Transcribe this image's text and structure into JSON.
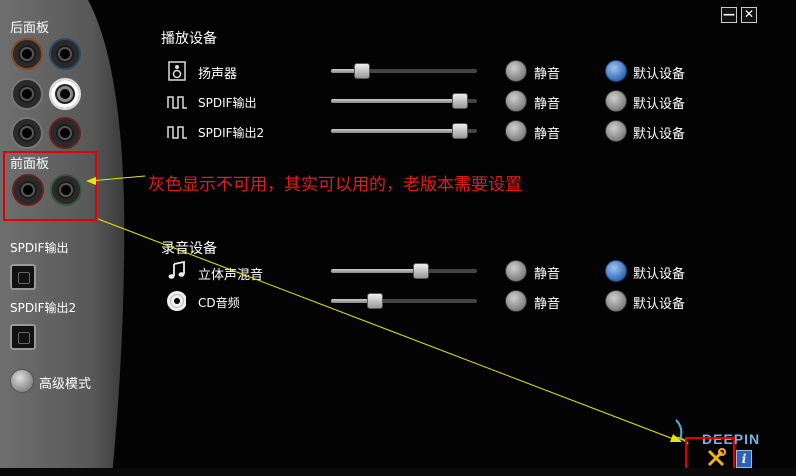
{
  "window": {
    "minimize_label": "—",
    "close_label": "✕"
  },
  "left_panel": {
    "rear_panel_label": "后面板",
    "front_panel_label": "前面板",
    "spdif_out_label": "SPDIF输出",
    "spdif_out2_label": "SPDIF输出2",
    "advanced_mode_label": "高级模式"
  },
  "playback": {
    "title": "播放设备",
    "devices": [
      {
        "label": "扬声器",
        "icon": "speaker-icon",
        "volume": 0.18,
        "mute_label": "静音",
        "default_label": "默认设备",
        "is_default": true
      },
      {
        "label": "SPDIF输出",
        "icon": "spdif-wave-icon",
        "volume": 0.93,
        "mute_label": "静音",
        "default_label": "默认设备",
        "is_default": false
      },
      {
        "label": "SPDIF输出2",
        "icon": "spdif-wave-icon",
        "volume": 0.93,
        "mute_label": "静音",
        "default_label": "默认设备",
        "is_default": false
      }
    ]
  },
  "recording": {
    "title": "录音设备",
    "devices": [
      {
        "label": "立体声混音",
        "icon": "music-note-icon",
        "volume": 0.63,
        "mute_label": "静音",
        "default_label": "默认设备",
        "is_default": true
      },
      {
        "label": "CD音频",
        "icon": "cd-icon",
        "volume": 0.28,
        "mute_label": "静音",
        "default_label": "默认设备",
        "is_default": false
      }
    ]
  },
  "annotation": {
    "text": "灰色显示不可用，其实可以用的，老版本需要设置",
    "color": "#e21b1b"
  },
  "brand": {
    "text": "DEEPIN",
    "info_label": "i"
  },
  "colors": {
    "accent_blue": "#2f6ab7",
    "highlight_red": "#e00000"
  }
}
